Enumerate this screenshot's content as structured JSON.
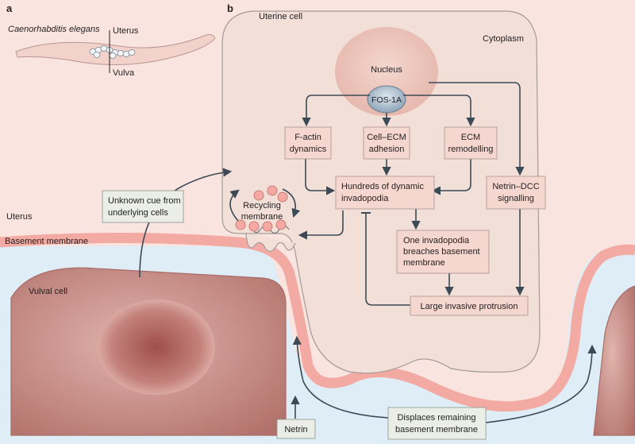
{
  "panels": {
    "a": "a",
    "b": "b"
  },
  "organism": {
    "name": "Caenorhabditis elegans",
    "uterus": "Uterus",
    "vulva": "Vulva"
  },
  "regions": {
    "uterine_cell": "Uterine cell",
    "cytoplasm": "Cytoplasm",
    "nucleus": "Nucleus",
    "uterus": "Uterus",
    "basement_membrane": "Basement membrane",
    "vulval_cell": "Vulval cell"
  },
  "nodes": {
    "fos1a": "FOS-1A",
    "factin": [
      "F-actin",
      "dynamics"
    ],
    "adhesion": [
      "Cell–ECM",
      "adhesion"
    ],
    "remodelling": [
      "ECM",
      "remodelling"
    ],
    "invadopodia": [
      "Hundreds of dynamic",
      "invadopodia"
    ],
    "netrin_dcc": [
      "Netrin–DCC",
      "signalling"
    ],
    "recycling": [
      "Recycling",
      "membrane"
    ],
    "breach": [
      "One invadopodia",
      "breaches basement",
      "membrane"
    ],
    "protrusion": "Large invasive protrusion",
    "unknown_cue": [
      "Unknown cue from",
      "underlying cells"
    ],
    "netrin": "Netrin",
    "displaces": [
      "Displaces remaining",
      "basement membrane"
    ]
  },
  "colors": {
    "background": "#fae4e0",
    "fluid": "#deedf6",
    "membrane": "#f3aaa3",
    "cell_fill": "#f1dfd8",
    "cell_stroke": "#a49a98",
    "box_fill": "#f5d7cf",
    "box_stroke": "#a8958f",
    "grey_box_fill": "#eaeee6",
    "arrow": "#3c4a56",
    "vulval_cell": "#c58a83",
    "vulval_nucleus": "#bd6d6a",
    "text": "#231f20"
  }
}
